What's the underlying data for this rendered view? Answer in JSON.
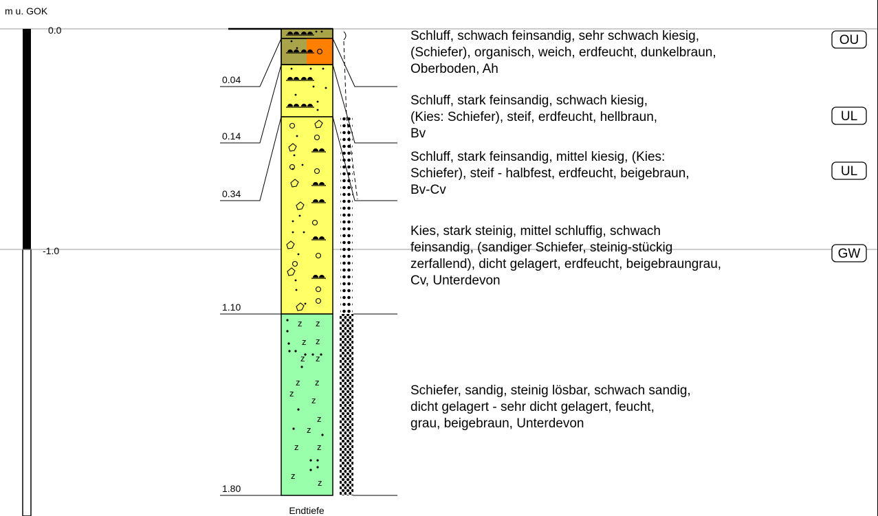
{
  "scale": {
    "unit_label": "m u. GOK",
    "ticks": [
      {
        "label": "0.0",
        "depth": 0.0
      },
      {
        "label": "-1.0",
        "depth": 1.0
      }
    ]
  },
  "depth_markers": [
    {
      "label": "0.04",
      "depth": 0.04
    },
    {
      "label": "0.14",
      "depth": 0.14
    },
    {
      "label": "0.34",
      "depth": 0.34
    },
    {
      "label": "1.10",
      "depth": 1.1
    },
    {
      "label": "1.80",
      "depth": 1.8
    }
  ],
  "end_label": "Endtiefe",
  "layers": [
    {
      "top": 0.0,
      "bottom": 0.04,
      "lines": [
        "Schluff, schwach feinsandig, sehr schwach kiesig,",
        "(Schiefer), organisch, weich, erdfeucht, dunkelbraun,",
        "Oberboden, Ah"
      ],
      "symbol": "OU",
      "fill": "#a9a34a"
    },
    {
      "top": 0.04,
      "bottom": 0.14,
      "lines": [
        "Schluff, stark feinsandig, schwach kiesig,",
        "(Kies: Schiefer), steif, erdfeucht, hellbraun,",
        "Bv"
      ],
      "symbol": "UL",
      "fill": "#a9a34a"
    },
    {
      "top": 0.14,
      "bottom": 0.34,
      "lines": [
        "Schluff, stark feinsandig, mittel kiesig, (Kies:",
        "Schiefer), steif - halbfest, erdfeucht, beigebraun,",
        "Bv-Cv"
      ],
      "symbol": "UL",
      "fill": "#ffff66"
    },
    {
      "top": 0.34,
      "bottom": 1.1,
      "lines": [
        "Kies, stark steinig, mittel schluffig, schwach",
        "feinsandig, (sandiger Schiefer, steinig-stückig",
        "zerfallend), dicht gelagert, erdfeucht, beigebraungrau,",
        "Cv, Unterdevon"
      ],
      "symbol": "GW",
      "fill": "#ffff66"
    },
    {
      "top": 1.1,
      "bottom": 1.8,
      "lines": [
        "Schiefer, sandig, steinig lösbar, schwach sandig,",
        "dicht gelagert - sehr dicht gelagert, feucht,",
        "grau, beigebraun, Unterdevon"
      ],
      "symbol": "",
      "fill": "#99ffaa"
    }
  ],
  "colors": {
    "organic_stripe": "#ff8000",
    "topsoil": "#a9a34a",
    "gravel_silt": "#ffff66",
    "slate": "#99ffaa"
  }
}
